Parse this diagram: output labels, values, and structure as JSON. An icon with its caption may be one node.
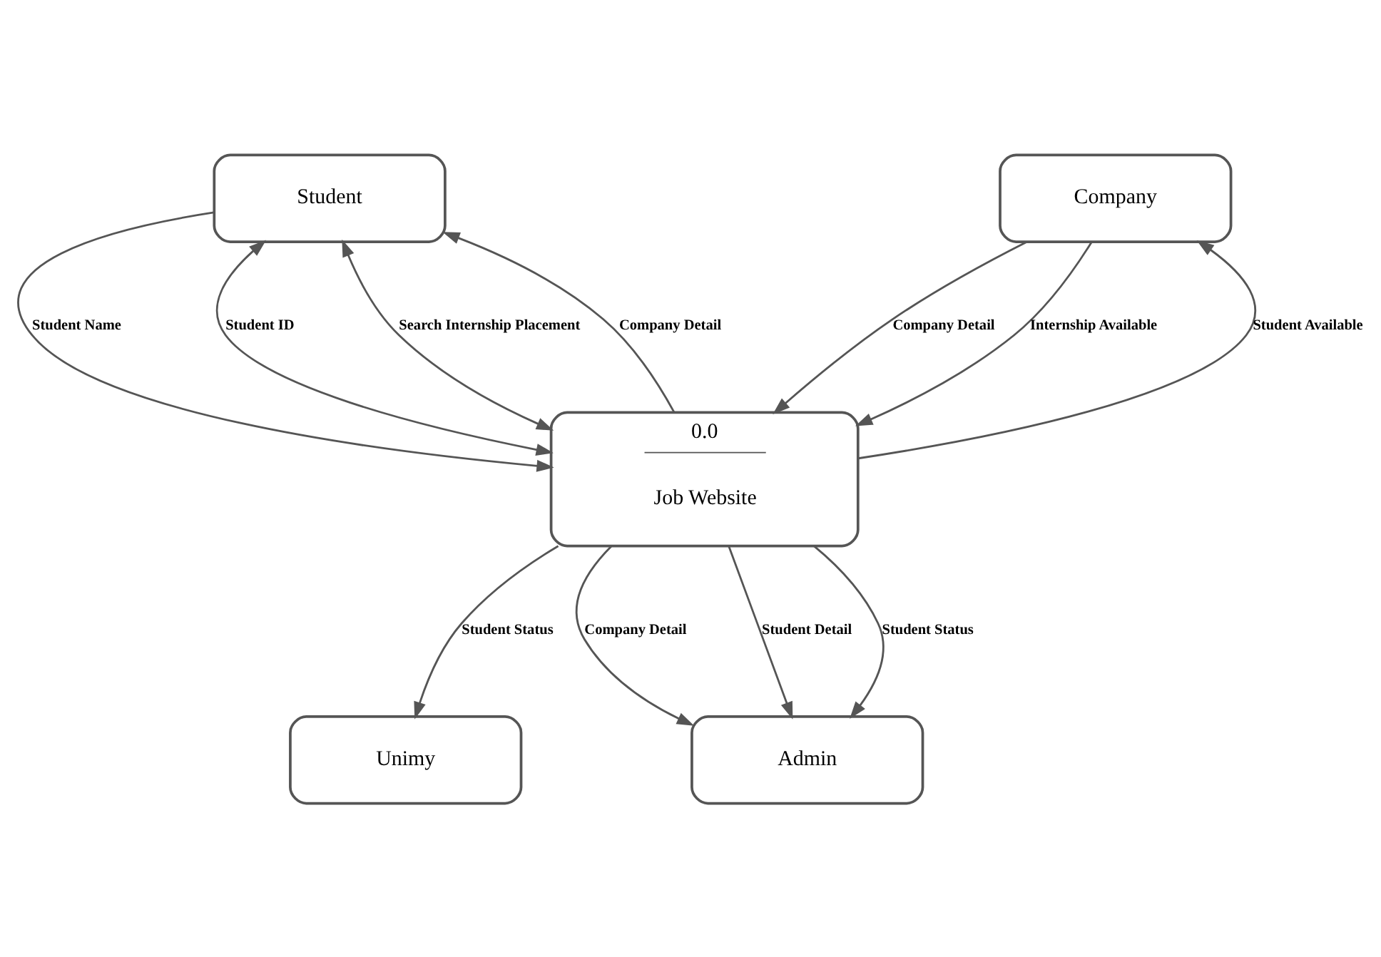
{
  "diagram": {
    "nodes": [
      {
        "text": [
          "Student"
        ]
      },
      {
        "text": [
          "Company"
        ]
      },
      {
        "text": [
          "0.0",
          "Job Website"
        ]
      },
      {
        "text": [
          "Unimy"
        ]
      },
      {
        "text": [
          "Admin"
        ]
      }
    ],
    "edges": [
      {
        "from": 0,
        "to": 2,
        "arrow": "to",
        "label": "Student Name"
      },
      {
        "from": 0,
        "to": 2,
        "arrow": "both",
        "label": "Student ID"
      },
      {
        "from": 0,
        "to": 2,
        "arrow": "both",
        "label": "Search Internship Placement"
      },
      {
        "from": 2,
        "to": 0,
        "arrow": "to",
        "label": "Company Detail"
      },
      {
        "from": 1,
        "to": 2,
        "arrow": "to",
        "label": "Company Detail"
      },
      {
        "from": 2,
        "to": 1,
        "arrow": "to",
        "label": "Student Available"
      },
      {
        "from": 1,
        "to": 2,
        "arrow": "to",
        "label": "Internship Available"
      },
      {
        "from": 2,
        "to": 4,
        "arrow": "to",
        "label": "Company Detail"
      },
      {
        "from": 2,
        "to": 3,
        "arrow": "to",
        "label": "Student Status"
      },
      {
        "from": 2,
        "to": 4,
        "arrow": "to",
        "label": "Student Detail"
      },
      {
        "from": 2,
        "to": 4,
        "arrow": "to",
        "label": "Student Status"
      }
    ]
  }
}
